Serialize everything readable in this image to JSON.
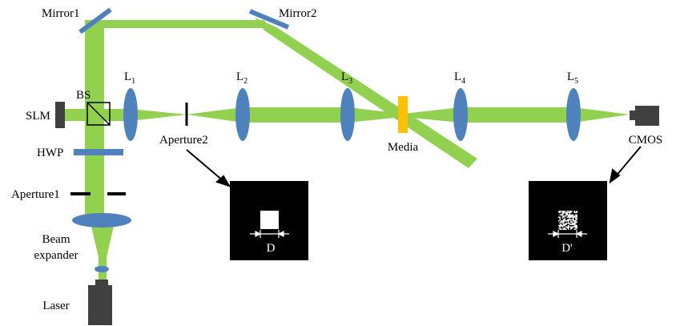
{
  "labels": {
    "mirror1": "Mirror1",
    "mirror2": "Mirror2",
    "slm": "SLM",
    "bs": "BS",
    "hwp": "HWP",
    "aperture1": "Aperture1",
    "aperture2": "Aperture2",
    "beam_expander_line1": "Beam",
    "beam_expander_line2": "expander",
    "laser": "Laser",
    "media": "Media",
    "cmos": "CMOS",
    "lens_letter": "L",
    "lens_subs": [
      "1",
      "2",
      "3",
      "4",
      "5"
    ]
  },
  "insets": {
    "input_width_label": "D",
    "output_width_label": "D'"
  },
  "colors": {
    "beam": "#92d050",
    "lens": "#4f81bd",
    "media": "#ffc000",
    "device": "#404040",
    "inset_bg": "#000000",
    "inset_fg": "#ffffff"
  }
}
